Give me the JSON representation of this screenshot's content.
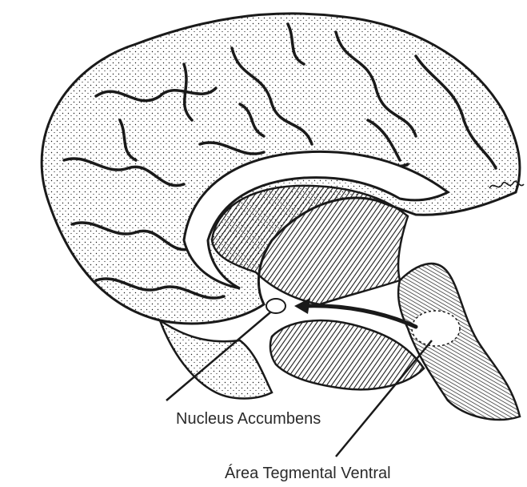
{
  "labels": {
    "nucleus_accumbens": "Nucleus Accumbens",
    "vta": "Área Tegmental Ventral"
  },
  "colors": {
    "ink": "#1a1a1a",
    "background": "#ffffff",
    "watermark": "#dca046"
  },
  "watermark_text": "",
  "icons": [
    "brain-illustration",
    "pathway-arrow",
    "signature"
  ]
}
